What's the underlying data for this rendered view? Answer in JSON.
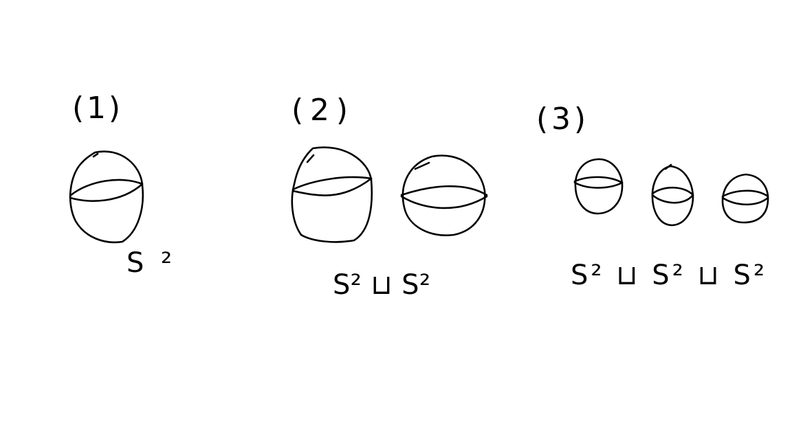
{
  "panels": [
    {
      "number": "(1)",
      "spheres": 1,
      "caption": "S²"
    },
    {
      "number": "(2)",
      "spheres": 2,
      "caption": "S² ⊔ S²"
    },
    {
      "number": "(3)",
      "spheres": 3,
      "caption": "S² ⊔ S² ⊔ S²"
    }
  ],
  "stroke_color": "#000000",
  "background_color": "#ffffff"
}
